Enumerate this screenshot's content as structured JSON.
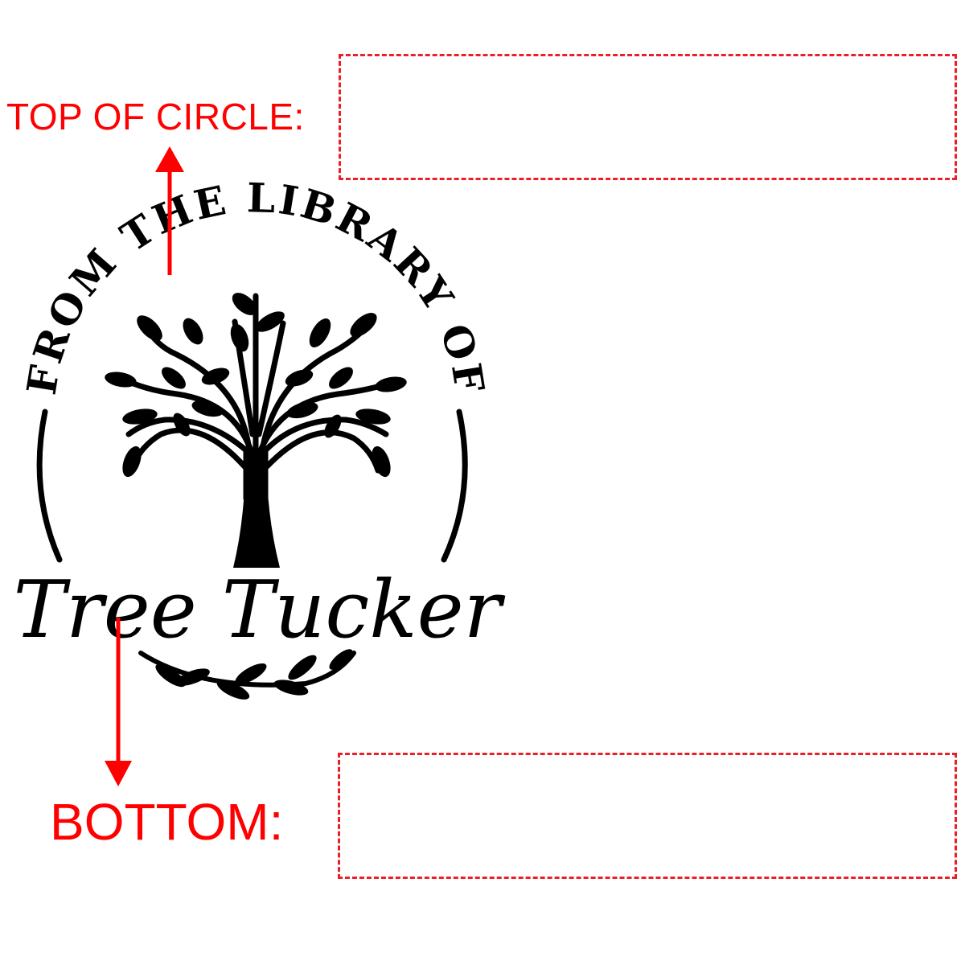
{
  "labels": {
    "top": "TOP OF CIRCLE:",
    "bottom": "BOTTOM:"
  },
  "stamp": {
    "arc_text": "FROM THE LIBRARY OF",
    "name": "Tree Tucker"
  },
  "colors": {
    "annotation": "#ff0000",
    "dashed_box": "#e8202a",
    "stamp_ink": "#000000"
  },
  "icons": {
    "tree": "tree-icon",
    "laurel": "laurel-branch-icon",
    "arrow_up": "arrow-up-icon",
    "arrow_down": "arrow-down-icon"
  }
}
